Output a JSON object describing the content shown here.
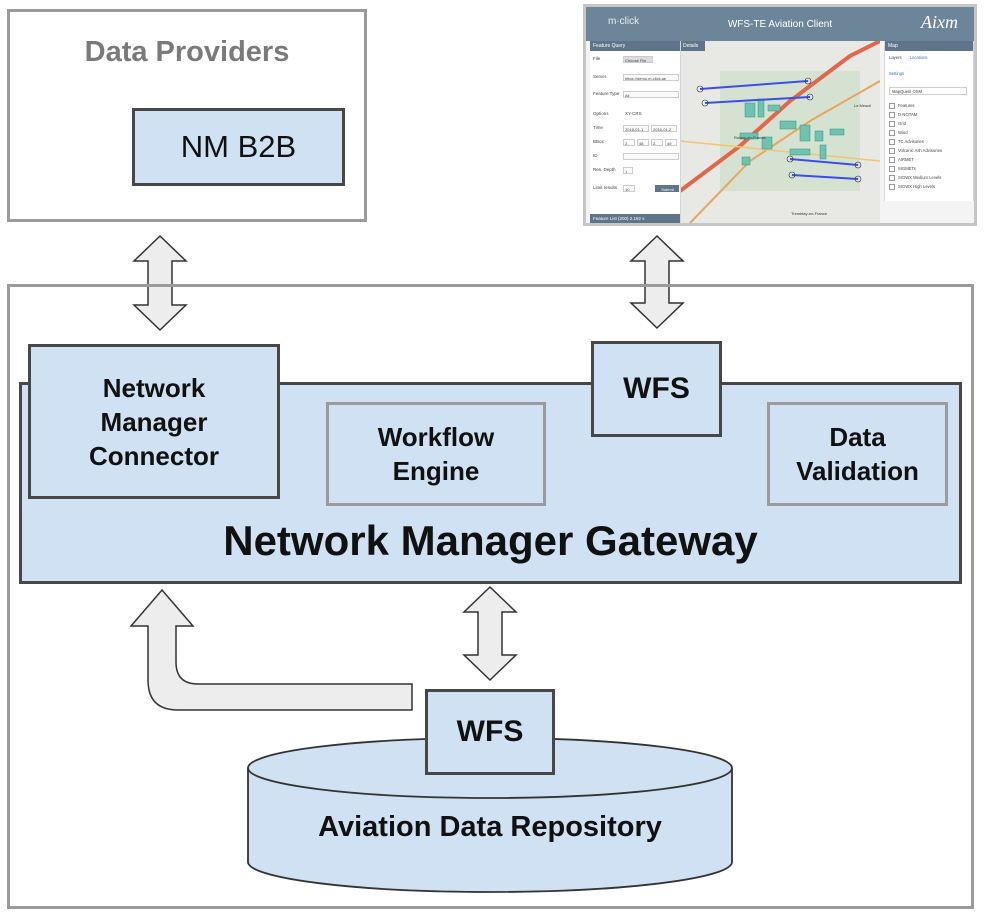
{
  "diagram": {
    "data_providers": {
      "title": "Data Providers",
      "nm_b2b": "NM B2B"
    },
    "gateway": {
      "title": "Network Manager Gateway",
      "connector": "Network Manager Connector",
      "workflow": "Workflow Engine",
      "wfs_top": "WFS",
      "validation": "Data Validation"
    },
    "repository": {
      "wfs": "WFS",
      "title": "Aviation Data Repository"
    }
  },
  "client_screenshot": {
    "brand": "m·click",
    "title": "WFS-TE Aviation Client",
    "logo": "Aixm",
    "feature_query": {
      "header": "Feature Query",
      "file_label": "File",
      "file_button": "Choose File",
      "server_label": "Server",
      "server_value": "https://demo.m-click.ae",
      "feature_type_label": "Feature Type",
      "feature_type_value": "All",
      "options_label": "Options",
      "options_value": "XY-CRS",
      "time_label": "Time",
      "time_from": "2016-01-1",
      "time_to": "2016-01-2",
      "bbox_label": "BBox",
      "bbox_values": [
        "2.",
        "48",
        "2.",
        "49"
      ],
      "id_label": "ID",
      "res_depth_label": "Res. Depth",
      "res_depth_value": "1",
      "limit_label": "Limit results",
      "limit_value": "10",
      "submit": "Submit",
      "feature_list": "Feature List  (200)  2.182 s"
    },
    "details_header": "Details",
    "map_panel": {
      "header": "Map",
      "tabs": [
        "Layers",
        "Locations"
      ],
      "settings": "Settings",
      "basemap": "MapQuest OSM",
      "layers": [
        "Features",
        "D-NOTAM",
        "Grid",
        "Wind",
        "TC Advisories",
        "Volcanic Ash Advisories",
        "AIRMET",
        "SIGMETs",
        "SIGWX Medium Levels",
        "SIGWX High Levels"
      ]
    },
    "map_places": [
      "Roissy-en-France",
      "Tremblay-en-France",
      "Le Mesnil"
    ],
    "colors": {
      "header": "#6d8599",
      "runway": "#3a4ee8",
      "terminal": "#6cc3b0",
      "road": "#e4664a"
    }
  }
}
